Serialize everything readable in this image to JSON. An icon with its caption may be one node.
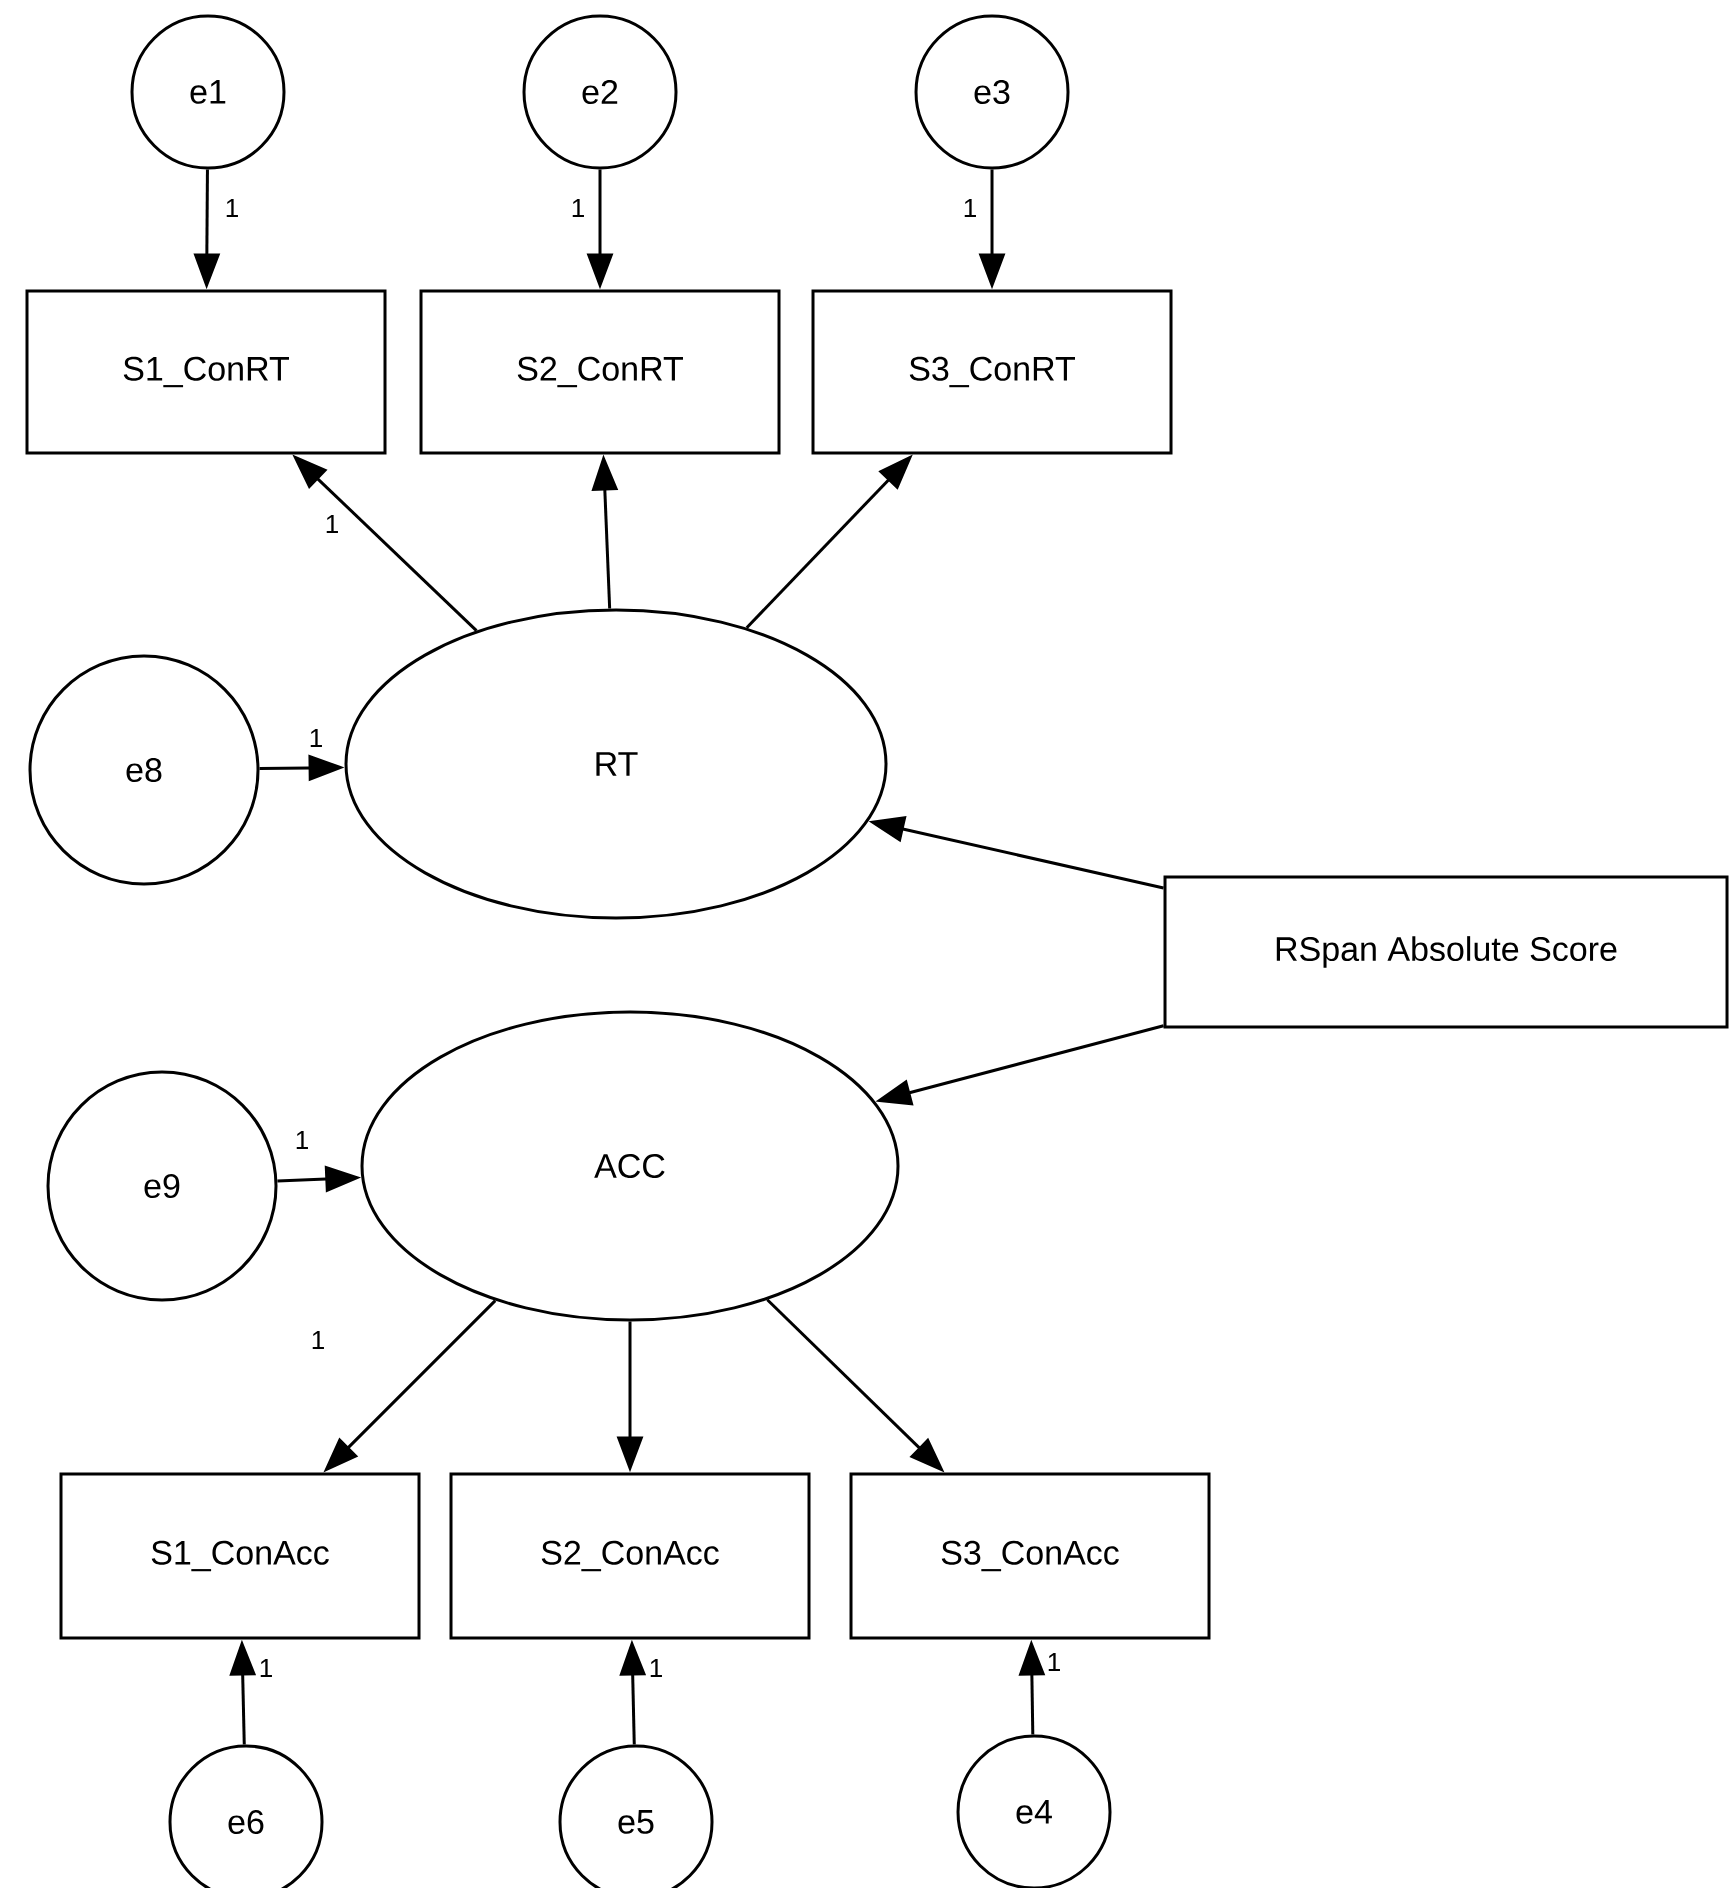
{
  "diagram": {
    "nodes": [
      {
        "text": [
          "e1"
        ]
      },
      {
        "text": [
          "e2"
        ]
      },
      {
        "text": [
          "e3"
        ]
      },
      {
        "text": [
          "S1_ConRT"
        ]
      },
      {
        "text": [
          "S2_ConRT"
        ]
      },
      {
        "text": [
          "S3_ConRT"
        ]
      },
      {
        "text": [
          "e8"
        ]
      },
      {
        "text": [
          "RT"
        ]
      },
      {
        "text": [
          "RSpan Absolute Score"
        ]
      },
      {
        "text": [
          "e9"
        ]
      },
      {
        "text": [
          "ACC"
        ]
      },
      {
        "text": [
          "S1_ConAcc"
        ]
      },
      {
        "text": [
          "S2_ConAcc"
        ]
      },
      {
        "text": [
          "S3_ConAcc"
        ]
      },
      {
        "text": [
          "e6"
        ]
      },
      {
        "text": [
          "e5"
        ]
      },
      {
        "text": [
          "e4"
        ]
      }
    ],
    "edges": [
      {
        "from": 0,
        "to": 3,
        "arrow": "to",
        "label": "1"
      },
      {
        "from": 1,
        "to": 4,
        "arrow": "to",
        "label": "1"
      },
      {
        "from": 2,
        "to": 5,
        "arrow": "to",
        "label": "1"
      },
      {
        "from": 7,
        "to": 3,
        "arrow": "to",
        "label": "1"
      },
      {
        "from": 7,
        "to": 4,
        "arrow": "to"
      },
      {
        "from": 7,
        "to": 5,
        "arrow": "to"
      },
      {
        "from": 6,
        "to": 7,
        "arrow": "to",
        "label": "1"
      },
      {
        "from": 8,
        "to": 7,
        "arrow": "to"
      },
      {
        "from": 8,
        "to": 10,
        "arrow": "to"
      },
      {
        "from": 9,
        "to": 10,
        "arrow": "to",
        "label": "1"
      },
      {
        "from": 10,
        "to": 11,
        "arrow": "to",
        "label": "1"
      },
      {
        "from": 10,
        "to": 12,
        "arrow": "to"
      },
      {
        "from": 10,
        "to": 13,
        "arrow": "to"
      },
      {
        "from": 14,
        "to": 11,
        "arrow": "to",
        "label": "1"
      },
      {
        "from": 15,
        "to": 12,
        "arrow": "to",
        "label": "1"
      },
      {
        "from": 16,
        "to": 13,
        "arrow": "to",
        "label": "1"
      }
    ]
  }
}
